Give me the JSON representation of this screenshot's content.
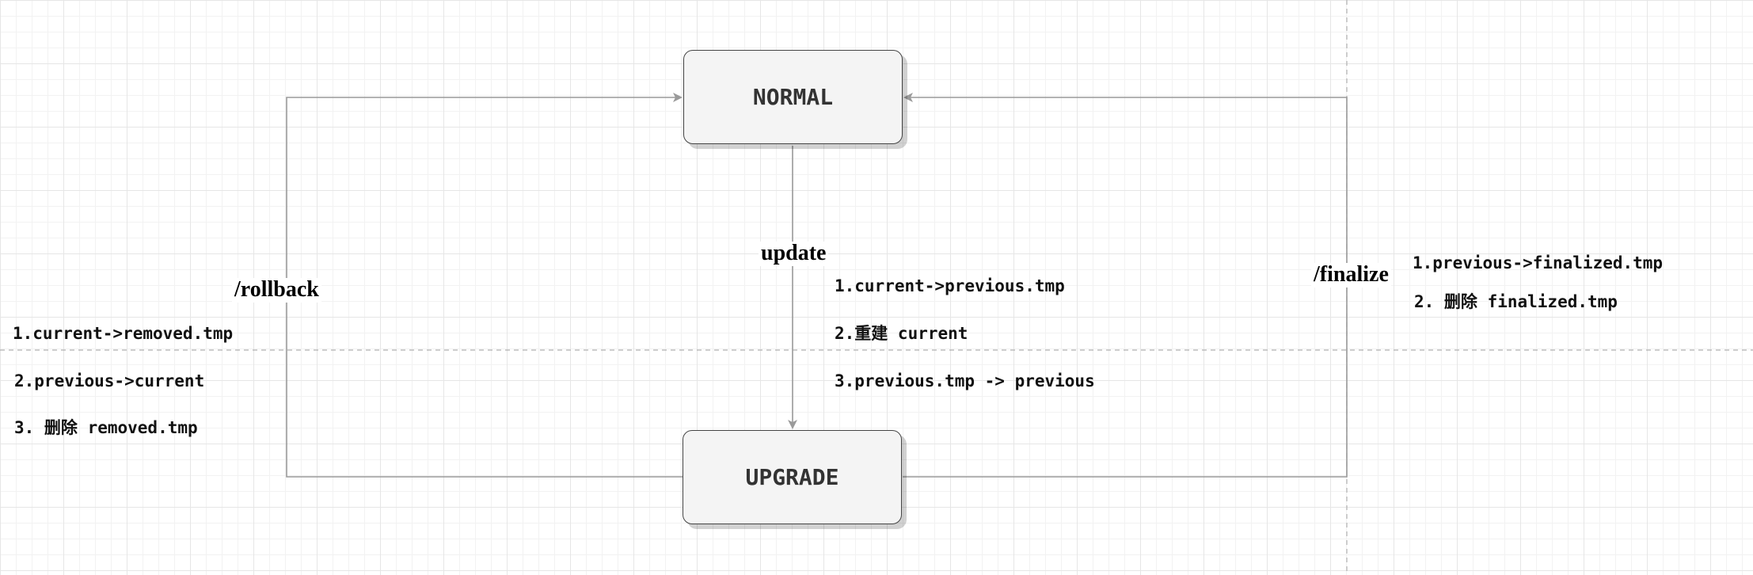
{
  "states": {
    "normal": "NORMAL",
    "upgrade": "UPGRADE"
  },
  "transitions": {
    "update": {
      "label": "update",
      "steps": [
        "1.current->previous.tmp",
        "2.重建 current",
        "3.previous.tmp -> previous"
      ]
    },
    "rollback": {
      "label": "/rollback",
      "steps": [
        "1.current->removed.tmp",
        "2.previous->current",
        "3. 删除 removed.tmp"
      ]
    },
    "finalize": {
      "label": "/finalize",
      "steps": [
        "1.previous->finalized.tmp",
        "2. 删除 finalized.tmp"
      ]
    }
  },
  "colors": {
    "edge": "#9a9a9a",
    "box_fill": "#f4f4f4",
    "box_border": "#444444",
    "dashed_guide": "#b0b0b0"
  }
}
